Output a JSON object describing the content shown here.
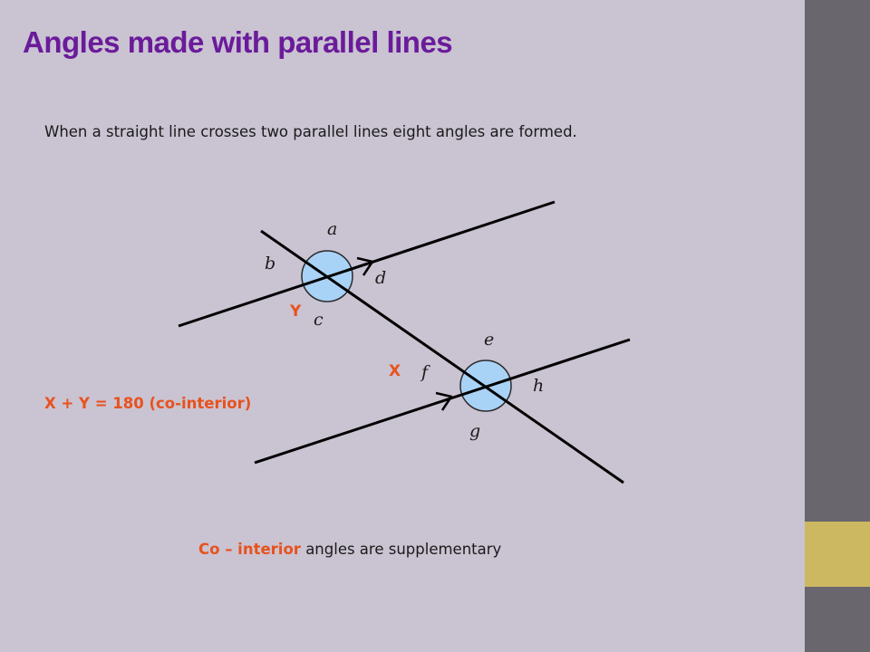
{
  "title": "Angles made with parallel lines",
  "intro": "When a straight line crosses two parallel lines eight angles are formed.",
  "formula": "X + Y = 180 (co-interior)",
  "caption": {
    "term": "Co – interior",
    "rest": "angles are supplementary"
  },
  "diagram": {
    "angle_labels": {
      "a": "a",
      "b": "b",
      "c": "c",
      "d": "d",
      "e": "e",
      "f": "f",
      "g": "g",
      "h": "h"
    },
    "markers": {
      "x": "X",
      "y": "Y"
    }
  },
  "colors": {
    "background": "#cac3d2",
    "title": "#6a1b9a",
    "accent": "#e8521d",
    "sidebar": "#69666d",
    "sidebar_accent": "#cdb862",
    "intersection_fill": "#a9d2f7"
  },
  "icons": [
    "parallel-arrow-icon"
  ]
}
